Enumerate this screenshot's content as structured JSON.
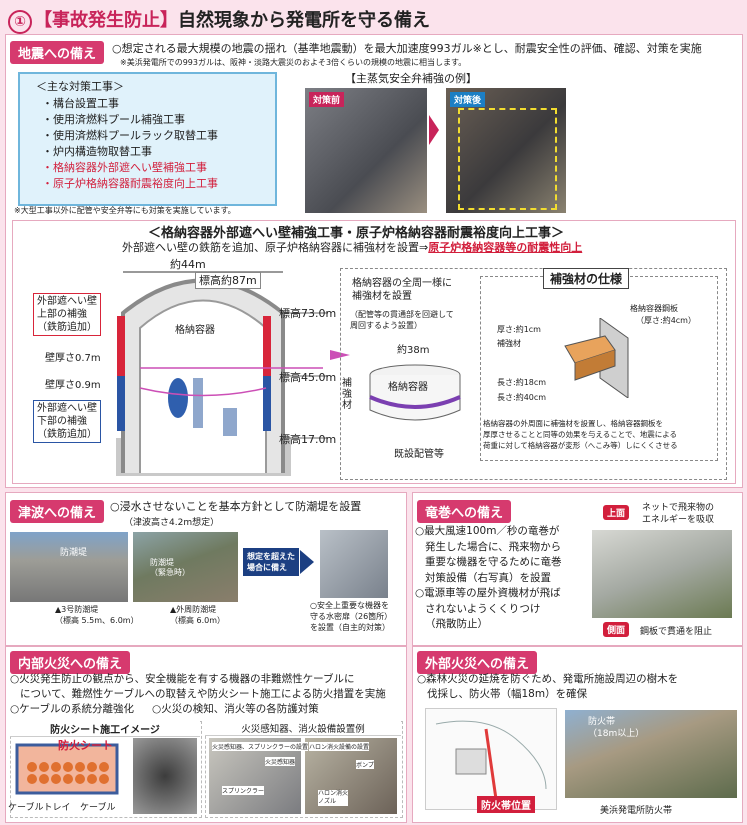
{
  "header": {
    "num": "①",
    "title": "【事故発生防止】",
    "subtitle": "自然現象から発電所を守る備え"
  },
  "quake": {
    "tag": "地震への備え",
    "line1": "○想定される最大規模の地震の揺れ（基準地震動）を最大加速度993ガル",
    "line1_suffix": "※とし、耐震安全性の評価、確認、対策を実施",
    "note": "※美浜発電所での993ガルは、阪神・淡路大震災のおよそ3倍くらいの規模の地震に相当します。",
    "box_title": "＜主な対策工事＞",
    "items": [
      "・構台設置工事",
      "・使用済燃料プール補強工事",
      "・使用済燃料プールラック取替工事",
      "・炉内構造物取替工事"
    ],
    "items_red": [
      "・格納容器外部遮へい壁補強工事",
      "・原子炉格納容器耐震裕度向上工事"
    ],
    "footnote": "※大型工事以外に配管や安全弁等にも対策を実施しています。",
    "example_title": "【主蒸気安全弁補強の例】",
    "before": "対策前",
    "after": "対策後"
  },
  "reinforce": {
    "title": "＜格納容器外部遮へい壁補強工事・原子炉格納容器耐震裕度向上工事＞",
    "desc": "外部遮へい壁の鉄筋を追加、原子炉格納容器に補強材を設置⇒",
    "desc_red": "原子炉格納容器等の耐震性向上",
    "width": "約44m",
    "height": "標高約87m",
    "upper": [
      "外部遮へい壁",
      "上部の補強",
      "（鉄筋追加）"
    ],
    "lower": [
      "外部遮へい壁",
      "下部の補強",
      "（鉄筋追加）"
    ],
    "wall1": "壁厚さ0.7m",
    "wall2": "壁厚さ0.9m",
    "vessel": "格納容器",
    "el1": "標高73.0m",
    "el2": "標高45.0m",
    "el3": "標高17.0m",
    "around": [
      "格納容器の全周一様に",
      "補強材を設置"
    ],
    "around_note": [
      "（配管等の貫通部を回避して",
      "周回するよう設置）"
    ],
    "d38": "約38m",
    "vessel2": "格納容器",
    "hokyo": [
      "補",
      "強",
      "材"
    ],
    "pipe": "既設配管等",
    "spec_title": "補強材の仕様",
    "steel": "格納容器鋼板",
    "steel_t": "（厚さ:約4cm）",
    "spec": [
      "厚さ:約1cm",
      "補強材",
      "長さ:約18cm",
      "長さ:約40cm"
    ],
    "spec_note": [
      "格納容器の外周面に補強材を設置し、格納容器鋼板を",
      "厚厚させることと同等の効果を与えることで、地震による",
      "荷重に対して格納容器が変形（へこみ等）しにくくさせる"
    ]
  },
  "tsunami": {
    "tag": "津波への備え",
    "line": "○浸水させないことを基本方針として防潮堤を設置",
    "sub": "（津波高さ4.2m想定）",
    "p1": "防潮堤",
    "p2": [
      "防潮堤",
      "（緊急時）"
    ],
    "cap1": [
      "▲3号防潮堤",
      "（標高 5.5m、6.0m）"
    ],
    "cap2": [
      "▲外周防潮堤",
      "（標高 6.0m）"
    ],
    "arrow": [
      "想定を超えた",
      "場合に備え"
    ],
    "cap3": [
      "○安全上重要な機器を",
      "守る水密扉（26箇所）",
      "を設置（自主的対策）"
    ]
  },
  "tornado": {
    "tag": "竜巻への備え",
    "lines": [
      "○最大風速100m／秒の竜巻が",
      "発生した場合に、飛来物から",
      "重要な機器を守るために竜巻",
      "対策設備（右写真）を設置",
      "○電源車等の屋外資機材が飛ば",
      "されないようくくりつけ",
      "（飛散防止）"
    ],
    "top": "上面",
    "top_t": [
      "ネットで飛来物の",
      "エネルギーを吸収"
    ],
    "side": "側面",
    "side_t": "鋼板で貫通を阻止"
  },
  "fire_in": {
    "tag": "内部火災への備え",
    "lines": [
      "○火災発生防止の観点から、安全機能を有する機器の非難燃性ケーブルに",
      "について、難燃性ケーブルへの取替えや防火シート施工による防火措置を実施"
    ],
    "line3a": "○ケーブルの系統分離強化",
    "line3b": "○火災の検知、消火等の各防護対策",
    "img1": "防火シート施工イメージ",
    "img2": "火災感知器、消火設備設置例",
    "sheet": "防火シート",
    "tray": "ケーブルトレイ",
    "cable": "ケーブル",
    "mini": [
      "火災感知器、スプリンクラーの設置",
      "スプリンクラー",
      "火災感知器",
      "ハロン消火設備の設置",
      "ボンプ",
      "ハロン消火",
      "ノズル"
    ]
  },
  "fire_out": {
    "tag": "外部火災への備え",
    "lines": [
      "○森林火災の延焼を防ぐため、発電所施設周辺の樹木を",
      "伐採し、防火帯（幅18m）を確保"
    ],
    "pos": "防火帯位置",
    "belt": [
      "防火帯",
      "（18m以上）"
    ],
    "cap": "美浜発電所防火帯"
  },
  "colors": {
    "accent": "#c8245a",
    "red": "#d21f3c",
    "bg": "#fbe3ec"
  }
}
